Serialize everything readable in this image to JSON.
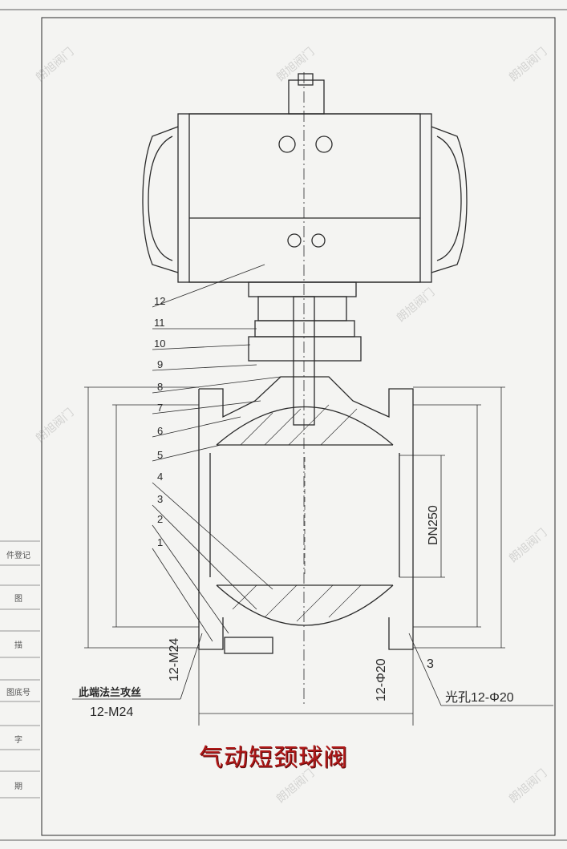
{
  "title": "气动短颈球阀",
  "watermark": "朗旭阀门",
  "side_table": [
    "件登记",
    "图",
    "描",
    "图底号",
    "字",
    "期"
  ],
  "part_numbers": [
    "12",
    "11",
    "10",
    "9",
    "8",
    "7",
    "6",
    "5",
    "4",
    "3",
    "2",
    "1"
  ],
  "dimensions": {
    "nominal": "DN250",
    "left_thread": "12-M24",
    "right_hole": "12-Φ20",
    "gap": "3"
  },
  "notes": {
    "left_note": "此端法兰攻丝",
    "left_note_value": "12-M24",
    "right_note": "光孔12-Φ20"
  },
  "colors": {
    "title": "#b01818",
    "line": "#2a2a2a"
  }
}
